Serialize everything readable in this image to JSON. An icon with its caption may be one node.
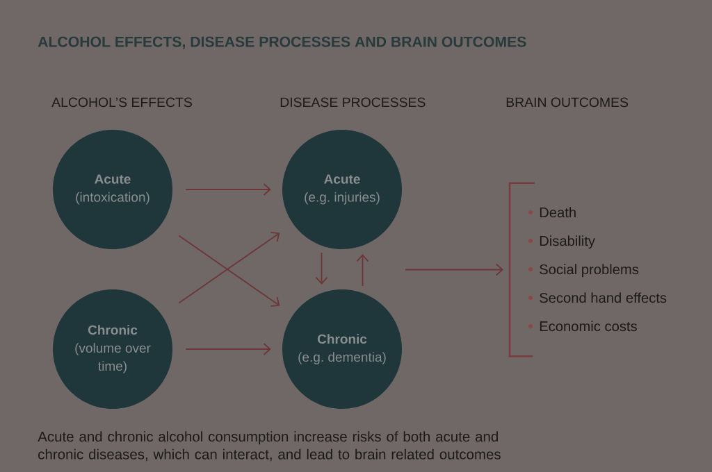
{
  "diagram": {
    "title": "ALCOHOL EFFECTS, DISEASE PROCESSES AND BRAIN OUTCOMES",
    "caption": "Acute and chronic alcohol consumption increase risks of both acute and chronic diseases, which can interact, and lead to brain related outcomes",
    "nodes": [
      {
        "text": [
          "Acute",
          "(intoxication)"
        ]
      },
      {
        "text": [
          "Chronic",
          "(volume over time)"
        ]
      },
      {
        "text": [
          "Acute",
          "(e.g. injuries)"
        ]
      },
      {
        "text": [
          "Chronic",
          "(e.g. dementia)"
        ]
      },
      {
        "text": [
          "Death",
          "Disability",
          "Social problems",
          "Second hand effects",
          "Economic costs"
        ]
      }
    ],
    "edges": [
      {
        "from": 0,
        "to": 2,
        "arrow": "to"
      },
      {
        "from": 0,
        "to": 3,
        "arrow": "to"
      },
      {
        "from": 1,
        "to": 2,
        "arrow": "to"
      },
      {
        "from": 1,
        "to": 3,
        "arrow": "to"
      },
      {
        "from": 2,
        "to": 3,
        "arrow": "to"
      },
      {
        "from": 3,
        "to": 2,
        "arrow": "to"
      },
      {
        "from": null,
        "to": 4,
        "arrow": "to"
      }
    ],
    "labels": [
      "ALCOHOL’S EFFECTS",
      "DISEASE PROCESSES",
      "BRAIN OUTCOMES"
    ]
  }
}
